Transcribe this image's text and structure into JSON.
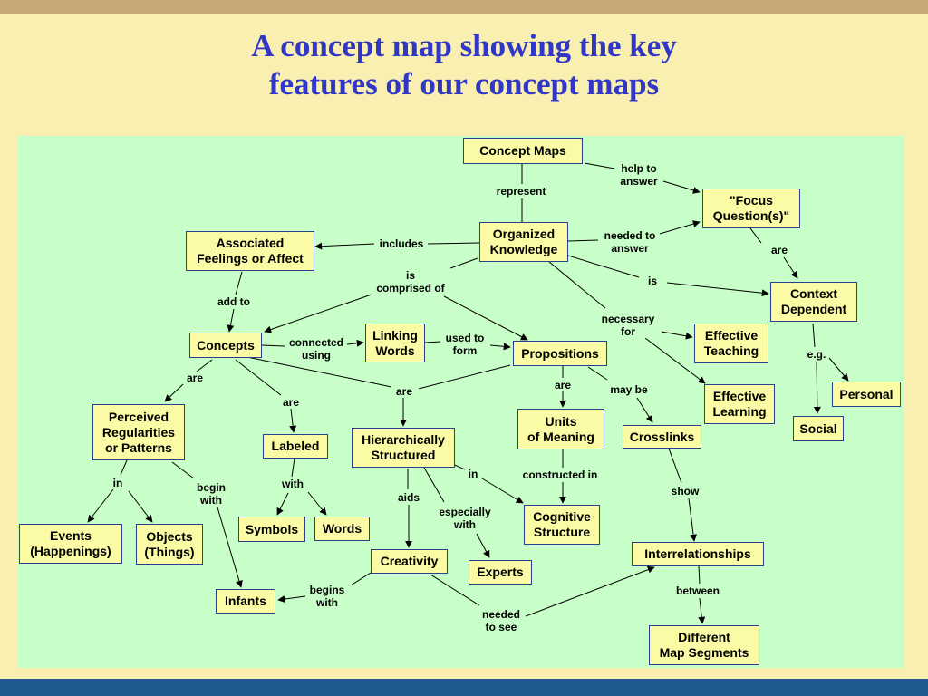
{
  "slide": {
    "title_line1": "A concept map showing the key",
    "title_line2": "features of our concept maps"
  },
  "colors": {
    "background": "#f9efb0",
    "panel": "#c8ffc8",
    "node_fill": "#fbfaa5",
    "node_border": "#2b3f8c",
    "title": "#2f36c8",
    "top_band": "#c7a877",
    "bottom_band": "#1f5a8e"
  },
  "nodes": {
    "concept_maps": "Concept Maps",
    "focus_questions": "\"Focus\nQuestion(s)\"",
    "organized_knowledge": "Organized\nKnowledge",
    "associated_feelings": "Associated\nFeelings or Affect",
    "context_dependent": "Context\nDependent",
    "concepts": "Concepts",
    "linking_words": "Linking\nWords",
    "propositions": "Propositions",
    "effective_teaching": "Effective\nTeaching",
    "effective_learning": "Effective\nLearning",
    "personal": "Personal",
    "social": "Social",
    "perceived_regularities": "Perceived\nRegularities\nor Patterns",
    "labeled": "Labeled",
    "hierarchically_structured": "Hierarchically\nStructured",
    "units_of_meaning": "Units\nof Meaning",
    "crosslinks": "Crosslinks",
    "events": "Events\n(Happenings)",
    "objects": "Objects\n(Things)",
    "symbols": "Symbols",
    "words": "Words",
    "cognitive_structure": "Cognitive\nStructure",
    "creativity": "Creativity",
    "experts": "Experts",
    "interrelationships": "Interrelationships",
    "infants": "Infants",
    "different_map_segments": "Different\nMap Segments"
  },
  "labels": {
    "help_to_answer": "help to\nanswer",
    "represent": "represent",
    "needed_to_answer": "needed to\nanswer",
    "includes": "includes",
    "are_focus": "are",
    "is_comprised_of": "is\ncomprised of",
    "is_context": "is",
    "add_to": "add to",
    "necessary_for": "necessary\nfor",
    "connected_using": "connected\nusing",
    "used_to_form": "used to\nform",
    "eg": "e.g.",
    "are_perceived": "are",
    "are_labeled": "are",
    "are_hierarchically": "are",
    "are_units": "are",
    "may_be": "may be",
    "in_events": "in",
    "begin_with": "begin\nwith",
    "with": "with",
    "in_cognitive": "in",
    "constructed_in": "constructed in",
    "aids": "aids",
    "especially_with": "especially\nwith",
    "show": "show",
    "begins_with": "begins\nwith",
    "needed_to_see": "needed\nto see",
    "between": "between"
  }
}
